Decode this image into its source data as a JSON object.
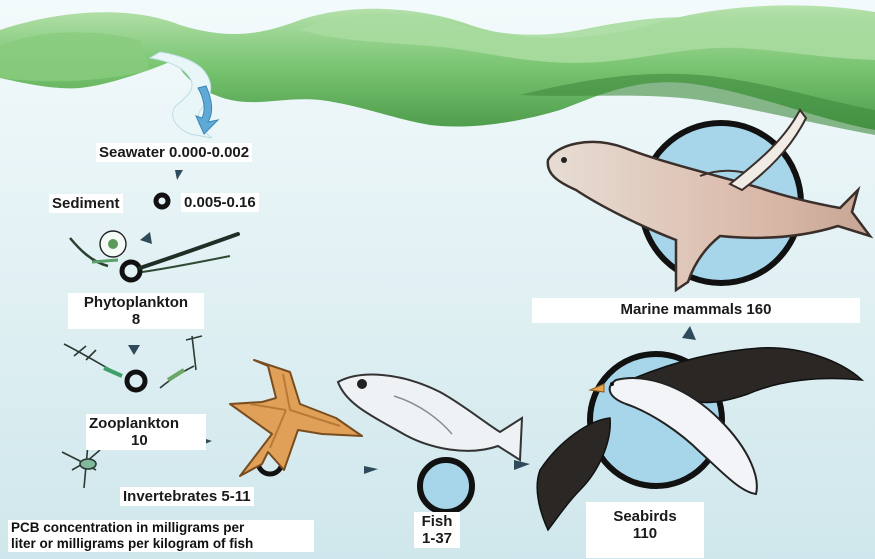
{
  "nodes": {
    "seawater": {
      "lines": [
        "Seawater 0.000-0.002"
      ]
    },
    "sediment": {
      "name": "Sediment",
      "value": "0.005-0.16"
    },
    "phytoplankton": {
      "lines": [
        "Phytoplankton",
        "8"
      ]
    },
    "zooplankton": {
      "lines": [
        "Zooplankton",
        "10"
      ]
    },
    "invertebrates": {
      "lines": [
        "Invertebrates 5-11"
      ]
    },
    "fish": {
      "lines": [
        "Fish",
        "1-37"
      ]
    },
    "seabirds": {
      "lines": [
        "Seabirds",
        "110"
      ]
    },
    "marine_mammals": {
      "lines": [
        "Marine mammals 160"
      ]
    }
  },
  "note": {
    "lines": [
      "PCB concentration in milligrams per",
      "liter or milligrams per kilogram of fish"
    ]
  },
  "colors": {
    "hills": "#6fbf6a",
    "hills_dark": "#4e9e4c",
    "hills_light": "#a9dba0",
    "water": "#dff0f3",
    "circle_fill": "#a7d5ea",
    "arrow": "#2f4a5a"
  }
}
